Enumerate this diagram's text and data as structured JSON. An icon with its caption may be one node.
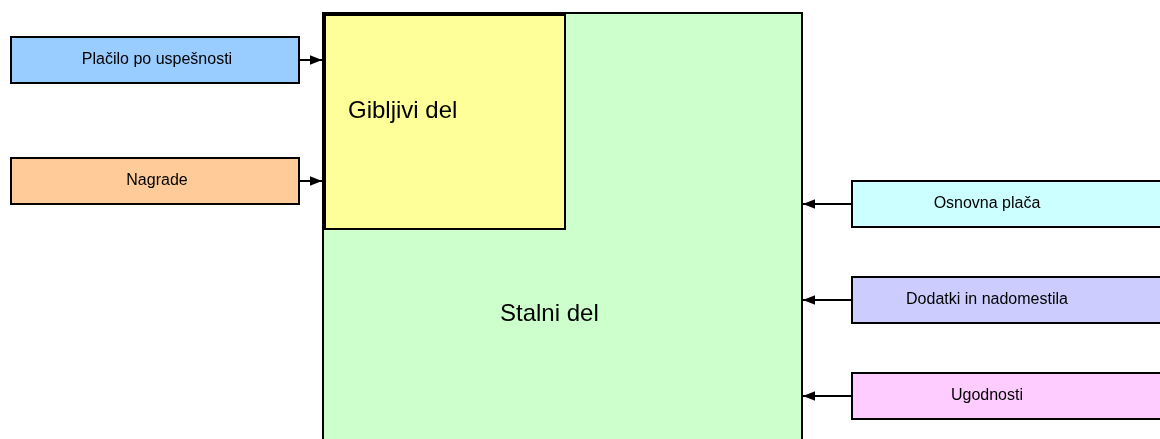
{
  "diagram": {
    "nodes": [
      {
        "text": [
          "Plačilo po uspešnosti"
        ]
      },
      {
        "text": [
          "Nagrade"
        ]
      },
      {
        "text": [
          "Stalni del"
        ]
      },
      {
        "text": [
          "Gibljivi del"
        ],
        "in": 2
      },
      {
        "text": [
          "Osnovna plača"
        ]
      },
      {
        "text": [
          "Dodatki in nadomestila"
        ]
      },
      {
        "text": [
          "Ugodnosti"
        ]
      }
    ],
    "edges": [
      {
        "from": 0,
        "to": 3,
        "arrow": "to"
      },
      {
        "from": 1,
        "to": 3,
        "arrow": "to"
      },
      {
        "from": 4,
        "to": 2,
        "arrow": "to"
      },
      {
        "from": 5,
        "to": 2,
        "arrow": "to"
      },
      {
        "from": 6,
        "to": 2,
        "arrow": "to"
      }
    ]
  }
}
